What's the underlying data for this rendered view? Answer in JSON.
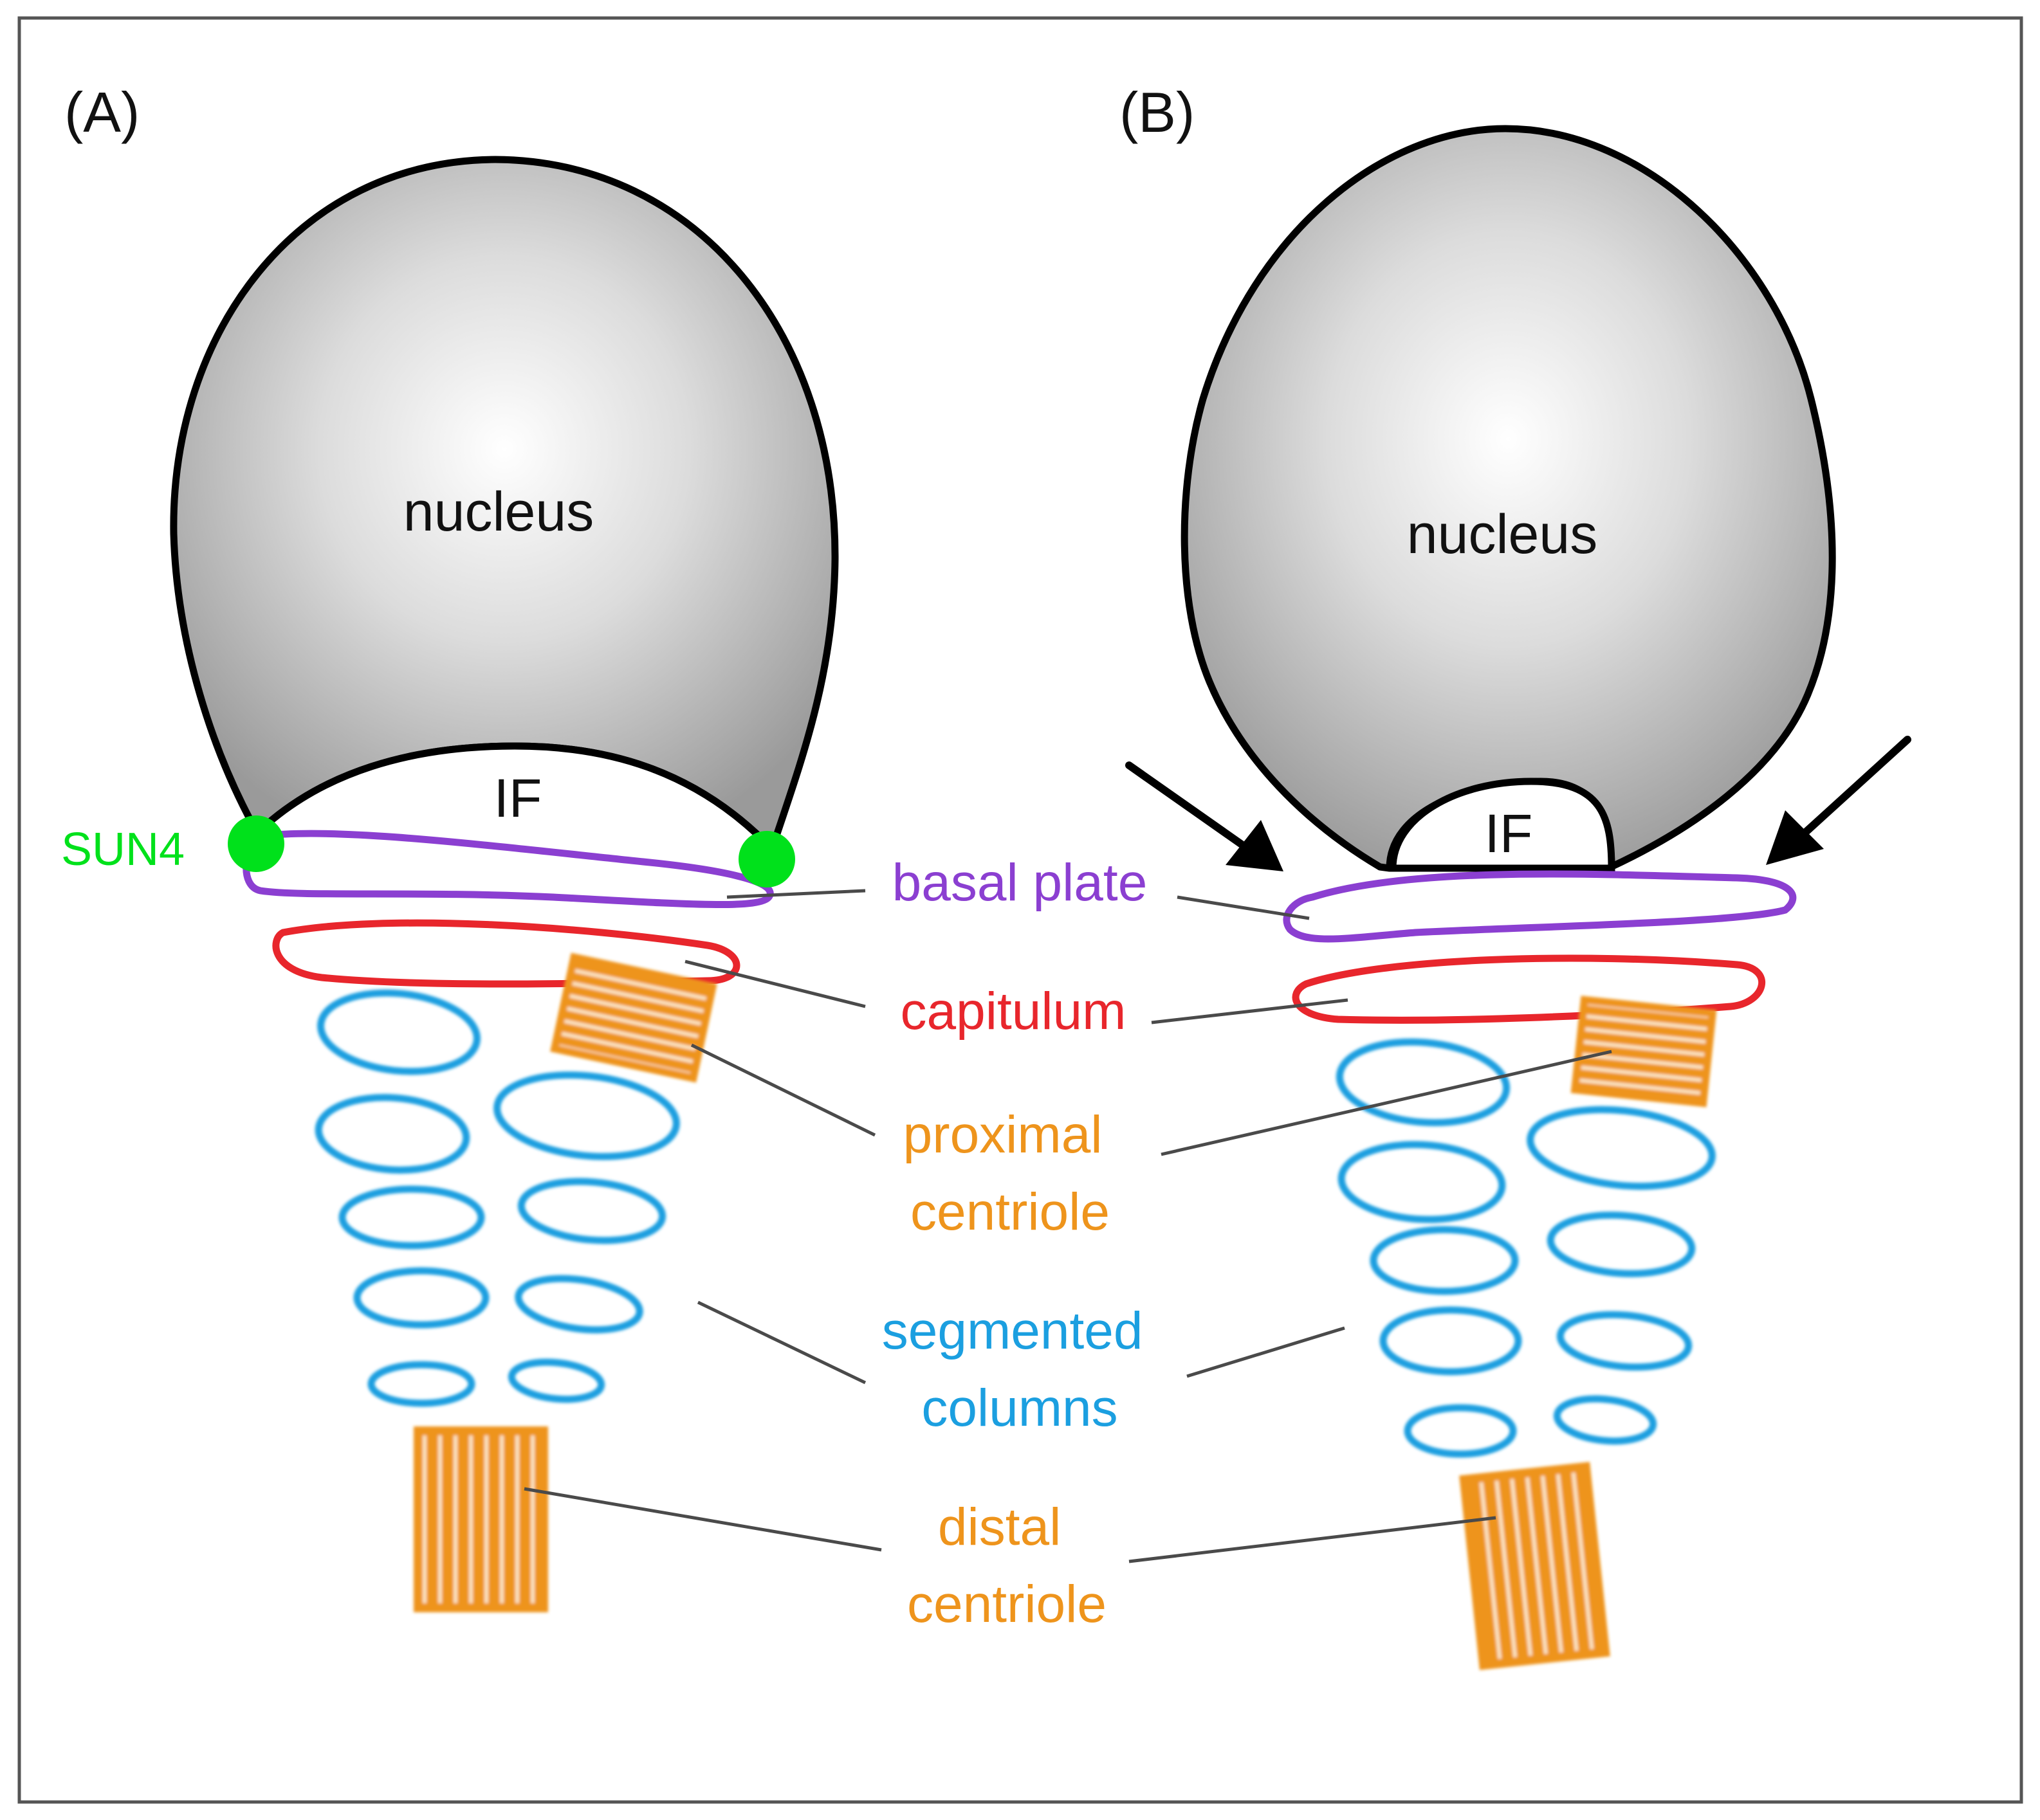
{
  "panels": {
    "a": "(A)",
    "b": "(B)"
  },
  "nucleus_label": "nucleus",
  "if_label": "IF",
  "sun4_label": "SUN4",
  "legend": {
    "basal_plate": [
      "basal plate"
    ],
    "capitulum": [
      "capitulum"
    ],
    "proximal_centriole": [
      "proximal",
      "centriole"
    ],
    "segmented_columns": [
      "segmented",
      "columns"
    ],
    "distal_centriole": [
      "distal",
      "centriole"
    ]
  },
  "colors": {
    "border": "#555555",
    "outline": "#000000",
    "nucleus_center": "#ffffff",
    "nucleus_edge": "#9a9a9a",
    "sun4": "#00e11b",
    "basal_plate": "#8b3fd1",
    "capitulum": "#e8262c",
    "centriole": "#ee941c",
    "segmented_columns": "#1b9fe0",
    "leader": "#4a4a4a"
  },
  "icons": {
    "arrows": "arrow-icon"
  }
}
